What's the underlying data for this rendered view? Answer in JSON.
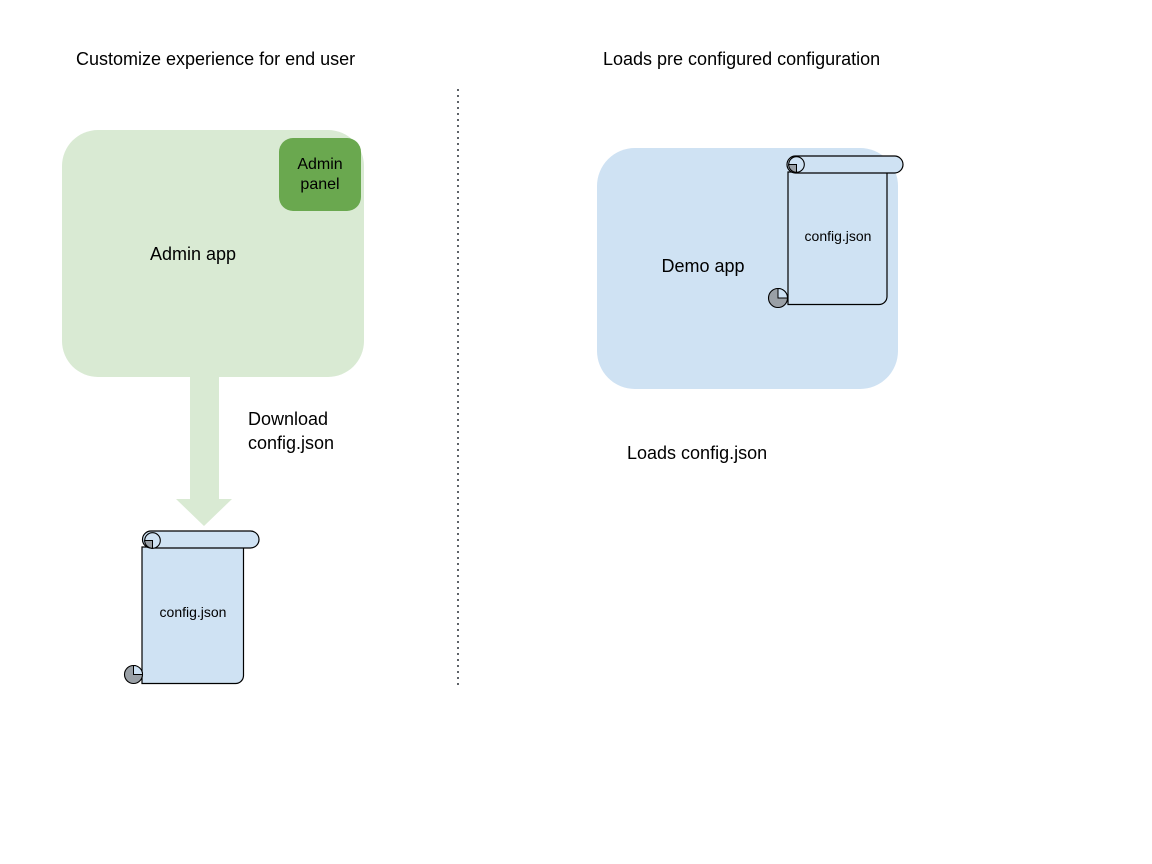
{
  "diagram": {
    "left": {
      "heading": "Customize experience for end user",
      "admin_app_label": "Admin app",
      "admin_panel_label": "Admin panel",
      "arrow_caption": "Download\nconfig.json",
      "config_file_label": "config.json"
    },
    "right": {
      "heading": "Loads pre configured configuration",
      "demo_app_label": "Demo app",
      "config_file_label": "config.json",
      "caption": "Loads config.json"
    },
    "colors": {
      "app_box_light_green": "#d9ead3",
      "admin_panel_green": "#6aa84f",
      "demo_box_light_blue": "#cfe2f3",
      "scroll_paper_blue": "#cfe2f3",
      "scroll_curl_gray": "#9aa0a6",
      "shape_outline": "#000000",
      "divider_dot_gray": "#5f6368",
      "arrow_light_green": "#d9ead3",
      "text": "#000000"
    }
  }
}
